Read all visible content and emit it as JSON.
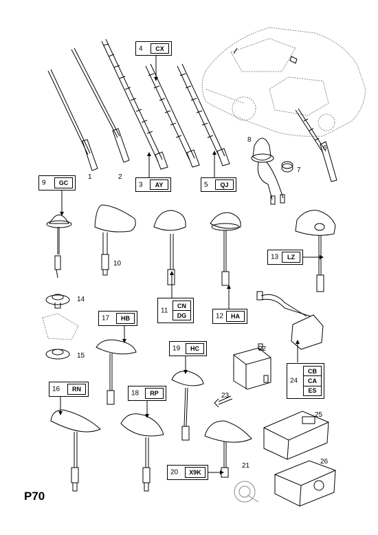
{
  "page_id": "P70",
  "part_numbers": [
    "1",
    "2",
    "6",
    "7",
    "8",
    "10",
    "14",
    "15",
    "21",
    "22",
    "23",
    "25",
    "26"
  ],
  "callouts": {
    "c3": {
      "num": "3",
      "code": "AY"
    },
    "c4": {
      "num": "4",
      "code": "CX"
    },
    "c5": {
      "num": "5",
      "code": "QJ"
    },
    "c9": {
      "num": "9",
      "code": "GC"
    },
    "c13": {
      "num": "13",
      "code": "LZ"
    },
    "c12": {
      "num": "12",
      "code": "HA"
    },
    "c17": {
      "num": "17",
      "code": "HB"
    },
    "c19": {
      "num": "19",
      "code": "HC"
    },
    "c16": {
      "num": "16",
      "code": "RN"
    },
    "c18": {
      "num": "18",
      "code": "RP"
    },
    "c20": {
      "num": "20",
      "code": "X9K"
    }
  },
  "stacks": {
    "c11": {
      "num": "11",
      "codes": [
        "CN",
        "DG"
      ]
    },
    "c24": {
      "num": "24",
      "codes": [
        "CB",
        "CA",
        "ES"
      ]
    }
  }
}
